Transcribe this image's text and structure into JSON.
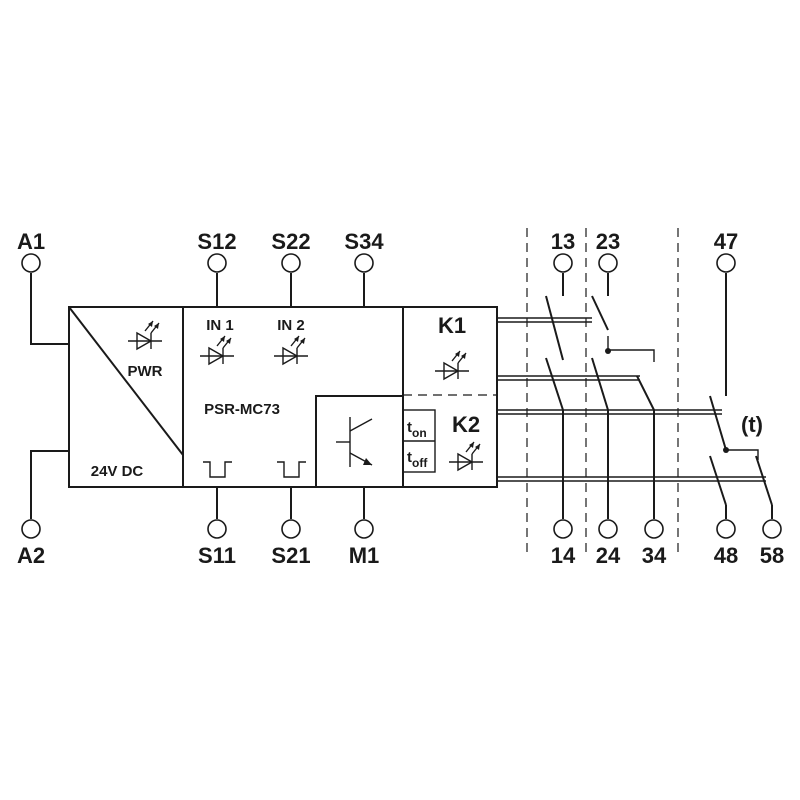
{
  "terminals": {
    "a1": "A1",
    "a2": "A2",
    "s12": "S12",
    "s22": "S22",
    "s34": "S34",
    "s11": "S11",
    "s21": "S21",
    "m1": "M1",
    "t13": "13",
    "t23": "23",
    "t47": "47",
    "t14": "14",
    "t24": "24",
    "t34": "34",
    "t48": "48",
    "t58": "58"
  },
  "labels": {
    "pwr": "PWR",
    "in1": "IN 1",
    "in2": "IN 2",
    "model": "PSR-MC73",
    "supply": "24V DC",
    "k1": "K1",
    "k2": "K2",
    "t_on_main": "t",
    "t_on_sub": "on",
    "t_off_main": "t",
    "t_off_sub": "off",
    "delay": "(t)"
  }
}
